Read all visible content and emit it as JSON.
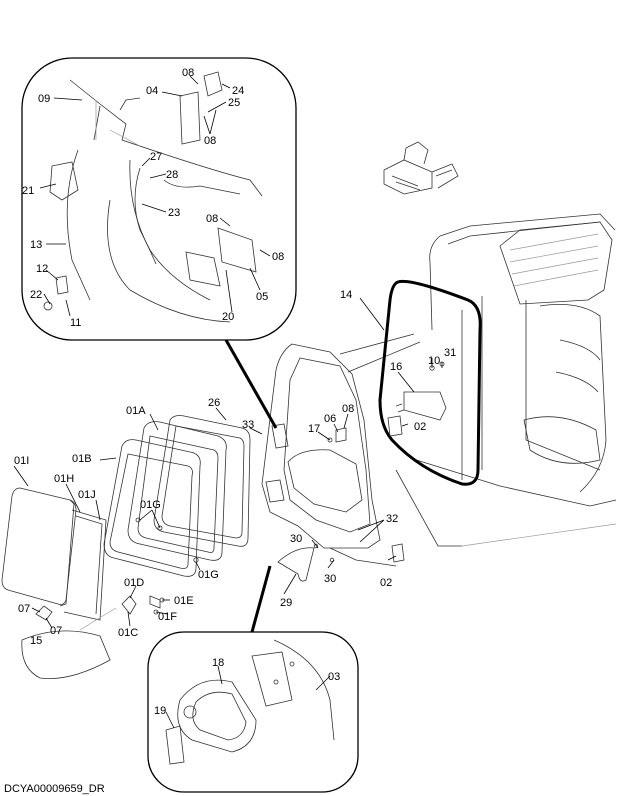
{
  "caption": "DCYA00009659_DR",
  "labels": {
    "l01I": "01I",
    "l01H": "01H",
    "l01J": "01J",
    "l01B": "01B",
    "l01A": "01A",
    "l26": "26",
    "l01G_a": "01G",
    "l01G_b": "01G",
    "l01D": "01D",
    "l01E": "01E",
    "l01F": "01F",
    "l01C": "01C",
    "l07_a": "07",
    "l07_b": "07",
    "l15": "15",
    "l33": "33",
    "l17": "17",
    "l06": "06",
    "l08_main": "08",
    "l02_a": "02",
    "l02_b": "02",
    "l16": "16",
    "l10": "10",
    "l31": "31",
    "l14": "14",
    "l32": "32",
    "l30_a": "30",
    "l30_b": "30",
    "l29": "29",
    "t09": "09",
    "t04": "04",
    "t08_a": "08",
    "t24": "24",
    "t25": "25",
    "t08_b": "08",
    "t27": "27",
    "t28": "28",
    "t21": "21",
    "t23": "23",
    "t08_c": "08",
    "t08_d": "08",
    "t13": "13",
    "t12": "12",
    "t22": "22",
    "t11": "11",
    "t20": "20",
    "t05": "05",
    "b18": "18",
    "b03": "03",
    "b19": "19"
  }
}
